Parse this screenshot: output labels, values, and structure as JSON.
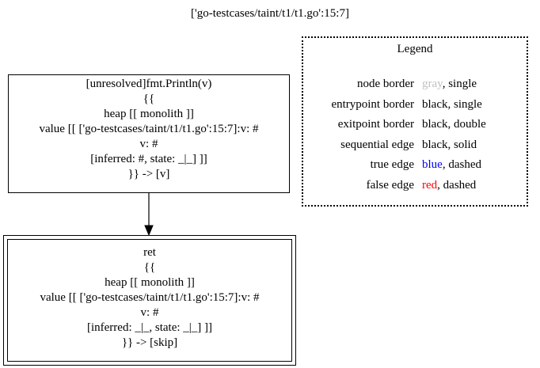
{
  "title": "['go-testcases/taint/t1/t1.go':15:7]",
  "nodes": [
    {
      "lines": [
        "[unresolved]fmt.Println(v)",
        "{{",
        "heap [[ monolith ]]",
        "value [[ ['go-testcases/taint/t1/t1.go':15:7]:v: #",
        "v: #",
        "[inferred: #, state: _|_] ]]",
        "}} -> [v]"
      ]
    },
    {
      "lines": [
        "ret",
        "{{",
        "heap [[ monolith ]]",
        "value [[ ['go-testcases/taint/t1/t1.go':15:7]:v: #",
        "v: #",
        "[inferred: _|_, state: _|_] ]]",
        "}} -> [skip]"
      ]
    }
  ],
  "legend": {
    "title": "Legend",
    "rows": [
      {
        "key": "node border",
        "value_colored": "gray",
        "value_rest": ", single",
        "color": "#c0c0c0"
      },
      {
        "key": "entrypoint border",
        "value_colored": "black",
        "value_rest": ", single",
        "color": "#000000"
      },
      {
        "key": "exitpoint border",
        "value_colored": "black",
        "value_rest": ", double",
        "color": "#000000"
      },
      {
        "key": "sequential edge",
        "value_colored": "black",
        "value_rest": ", solid",
        "color": "#000000"
      },
      {
        "key": "true edge",
        "value_colored": "blue",
        "value_rest": ", dashed",
        "color": "#0000ff"
      },
      {
        "key": "false edge",
        "value_colored": "red",
        "value_rest": ", dashed",
        "color": "#ff0000"
      }
    ]
  }
}
